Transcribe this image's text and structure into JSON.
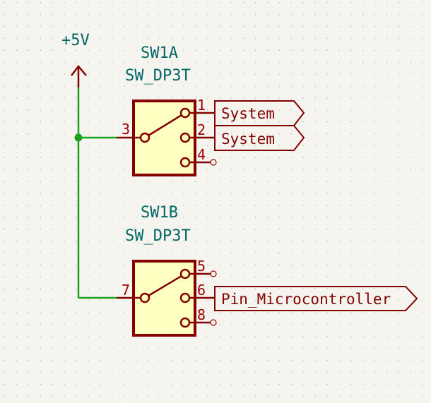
{
  "schematic": {
    "power_symbol": {
      "label": "+5V"
    },
    "components": [
      {
        "reference": "SW1A",
        "value": "SW_DP3T",
        "common_pin": "3",
        "throw_pins": [
          "1",
          "2",
          "4"
        ]
      },
      {
        "reference": "SW1B",
        "value": "SW_DP3T",
        "common_pin": "7",
        "throw_pins": [
          "5",
          "6",
          "8"
        ]
      }
    ],
    "labels": [
      {
        "text": "System",
        "pin": "1"
      },
      {
        "text": "System",
        "pin": "2"
      },
      {
        "text": "Pin_Microcontroller",
        "pin": "6"
      }
    ],
    "colors": {
      "background": "#f5f4ef",
      "grid": "#b8b8b8",
      "wire": "#1aa31a",
      "symbol_outline": "#840000",
      "symbol_fill": "#ffffc2",
      "reference_text": "#006666",
      "pin_text": "#a00000"
    }
  }
}
